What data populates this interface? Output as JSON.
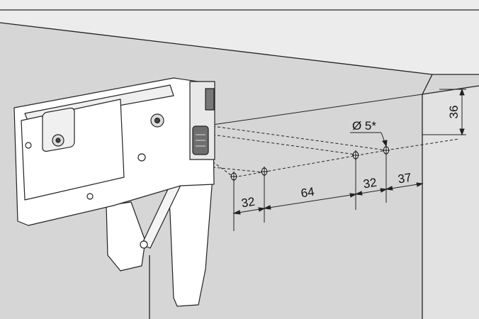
{
  "dimensions": {
    "top_offset": "36",
    "hole_diameter": "Ø 5*",
    "spacing_left": "32",
    "spacing_middle": "64",
    "spacing_right": "32",
    "edge_offset": "37"
  },
  "colors": {
    "background": "#d9d9d9",
    "side_panel": "#e0e0e0",
    "line": "#222222",
    "mechanism_fill": "#ffffff",
    "mechanism_dark": "#6e6e6e"
  }
}
